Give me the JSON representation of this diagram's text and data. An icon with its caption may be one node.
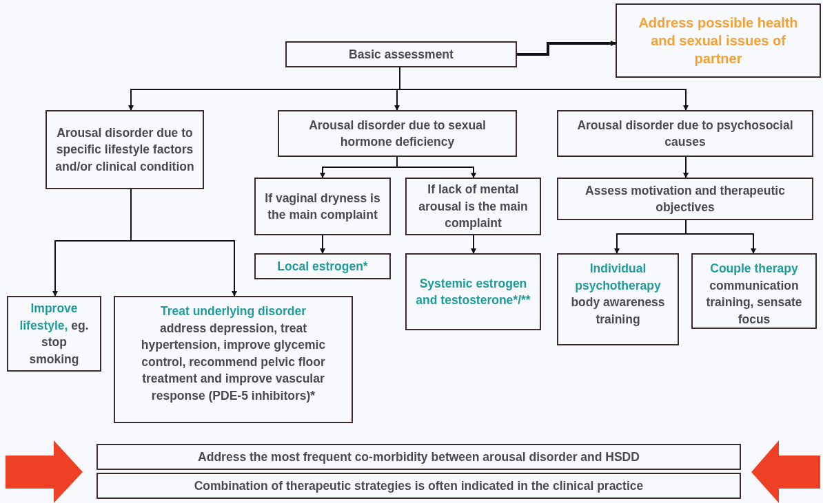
{
  "diagram": {
    "nodes": [
      {
        "text": [
          "Basic assessment"
        ]
      },
      {
        "text": [
          "Address possible health and sexual issues of partner"
        ]
      },
      {
        "text": [
          "Arousal disorder due to specific lifestyle factors and/or clinical condition"
        ]
      },
      {
        "text": [
          "Arousal disorder due to sexual hormone deficiency"
        ]
      },
      {
        "text": [
          "Arousal disorder due to psychosocial causes"
        ]
      },
      {
        "text": [
          "If vaginal dryness is the main complaint"
        ]
      },
      {
        "text": [
          "If lack of mental arousal is the main complaint"
        ]
      },
      {
        "text": [
          "Assess motivation and therapeutic objectives"
        ]
      },
      {
        "text": [
          "Local estrogen*"
        ]
      },
      {
        "text": [
          "Systemic estrogen and testosterone*/**"
        ]
      },
      {
        "text": [
          "Improve lifestyle,",
          "eg. stop smoking"
        ]
      },
      {
        "text": [
          "Treat underlying disorder",
          "address depression, treat hypertension, improve glycemic control, recommend pelvic floor treatment and improve vascular response (PDE-5 inhibitors)*"
        ]
      },
      {
        "text": [
          "Individual psychotherapy",
          "body awareness training"
        ]
      },
      {
        "text": [
          "Couple therapy",
          "communication training, sensate focus"
        ]
      },
      {
        "text": [
          "Address the most frequent co-morbidity between arousal disorder and HSDD"
        ]
      },
      {
        "text": [
          "Combination of therapeutic strategies is often indicated in the clinical practice"
        ]
      }
    ],
    "edges": [
      {
        "from": 0,
        "to": 1,
        "arrow": "to",
        "style": "thick"
      },
      {
        "from": 0,
        "to": 2,
        "arrow": "to"
      },
      {
        "from": 0,
        "to": 3,
        "arrow": "to"
      },
      {
        "from": 0,
        "to": 4,
        "arrow": "to"
      },
      {
        "from": 3,
        "to": 5,
        "arrow": "to"
      },
      {
        "from": 3,
        "to": 6,
        "arrow": "to"
      },
      {
        "from": 4,
        "to": 7,
        "arrow": "to"
      },
      {
        "from": 5,
        "to": 8,
        "arrow": "to"
      },
      {
        "from": 6,
        "to": 9,
        "arrow": "to"
      },
      {
        "from": 2,
        "to": 10,
        "arrow": "to"
      },
      {
        "from": 2,
        "to": 11,
        "arrow": "to"
      },
      {
        "from": 7,
        "to": 12,
        "arrow": "to"
      },
      {
        "from": 7,
        "to": 13,
        "arrow": "to"
      }
    ]
  }
}
